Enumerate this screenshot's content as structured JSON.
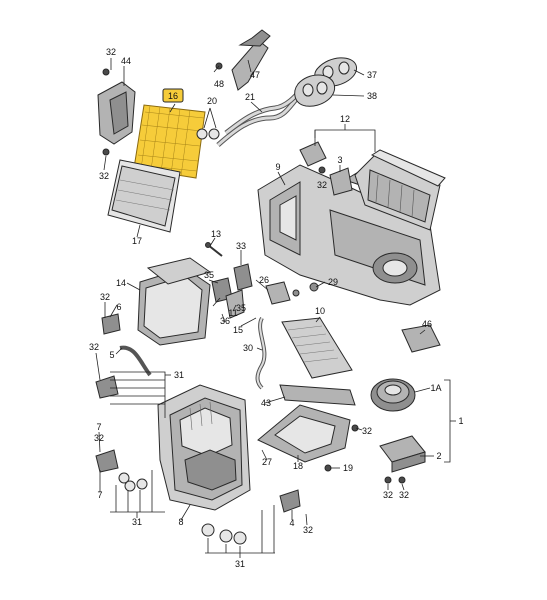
{
  "diagram": {
    "highlighted_part": "16",
    "highlight_color": "#f6cc3a",
    "labels": [
      "32",
      "44",
      "48",
      "47",
      "37",
      "38",
      "16",
      "20",
      "21",
      "12",
      "32",
      "9",
      "3",
      "32",
      "17",
      "13",
      "33",
      "14",
      "35",
      "26",
      "6",
      "32",
      "11",
      "35",
      "36",
      "15",
      "29",
      "10",
      "32",
      "5",
      "46",
      "30",
      "31",
      "1A",
      "43",
      "1",
      "32",
      "7",
      "32",
      "27",
      "18",
      "19",
      "2",
      "32",
      "32",
      "7",
      "31",
      "8",
      "4",
      "32",
      "31"
    ]
  }
}
